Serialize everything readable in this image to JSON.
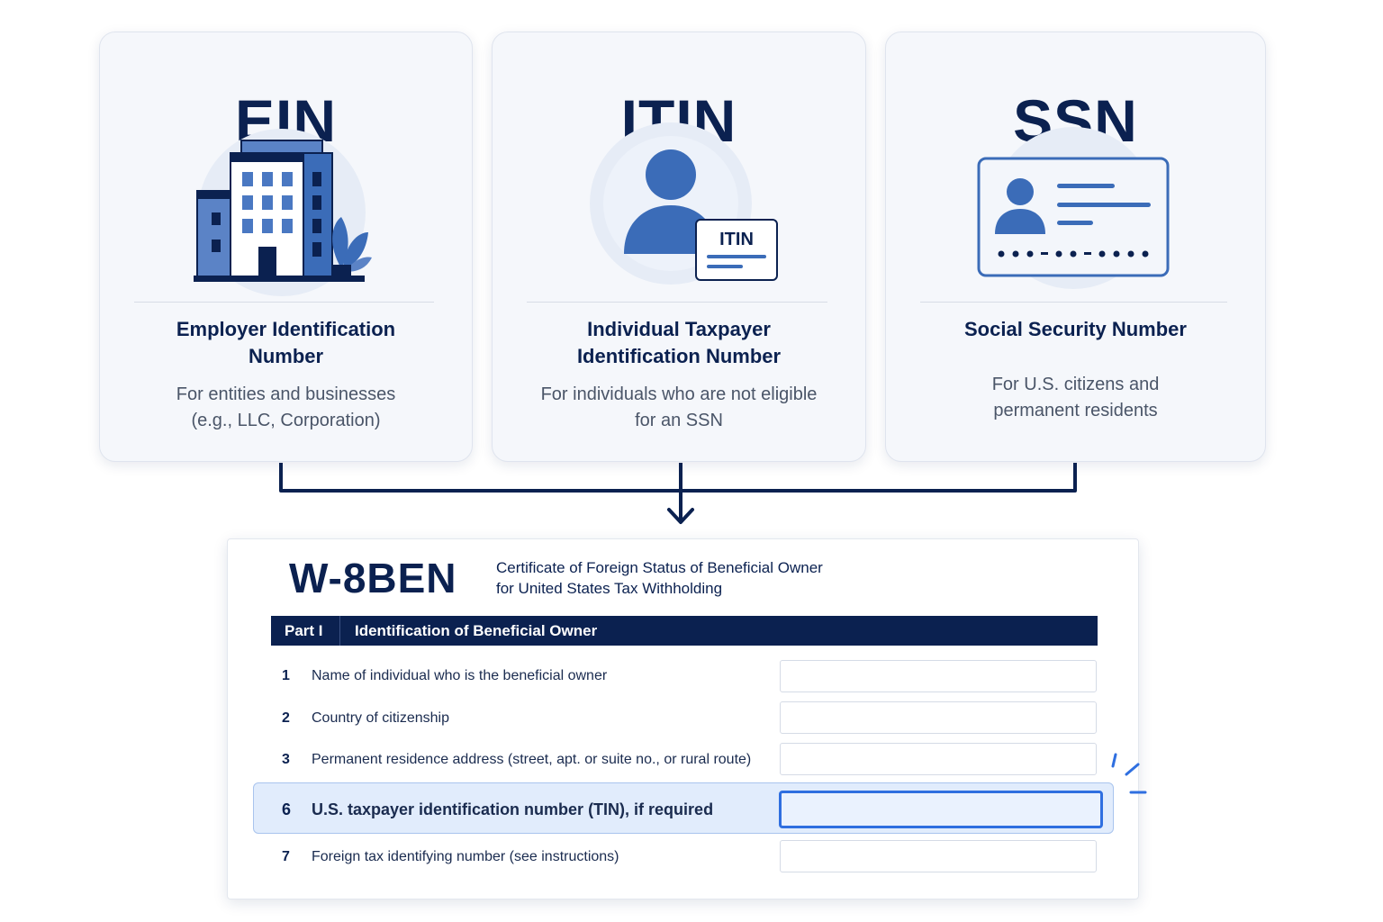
{
  "cards": [
    {
      "acronym": "EIN",
      "title_line1": "Employer Identification",
      "title_line2": "Number",
      "desc_line1": "For entities and businesses",
      "desc_line2": "(e.g., LLC, Corporation)",
      "icon": "office-building-icon"
    },
    {
      "acronym": "ITIN",
      "title_line1": "Individual Taxpayer",
      "title_line2": "Identification Number",
      "desc_line1": "For individuals who are not eligible",
      "desc_line2": "for an SSN",
      "icon": "person-with-itin-badge-icon",
      "badge_text": "ITIN"
    },
    {
      "acronym": "SSN",
      "title_line1": "Social Security Number",
      "desc_line1": "For U.S. citizens and",
      "desc_line2": "permanent residents",
      "icon": "id-card-icon"
    }
  ],
  "form": {
    "name": "W-8BEN",
    "subtitle_line1": "Certificate of Foreign Status of Beneficial Owner",
    "subtitle_line2": "for United States Tax Withholding",
    "part_label": "Part I",
    "part_title": "Identification of Beneficial Owner",
    "rows": [
      {
        "num": "1",
        "label": "Name of individual who is the beneficial owner",
        "value": ""
      },
      {
        "num": "2",
        "label": "Country of citizenship",
        "value": ""
      },
      {
        "num": "3",
        "label": "Permanent residence address (street, apt. or suite no., or rural route)",
        "value": ""
      },
      {
        "num": "6",
        "label": "U.S. taxpayer identification number (TIN), if required",
        "value": "",
        "highlighted": true
      },
      {
        "num": "7",
        "label": "Foreign tax identifying number (see instructions)",
        "value": ""
      }
    ]
  },
  "colors": {
    "navy": "#0b2150",
    "accent_blue": "#2f6fe0",
    "icon_blue": "#3b6cb8",
    "highlight_bg": "#e1ecfc"
  }
}
